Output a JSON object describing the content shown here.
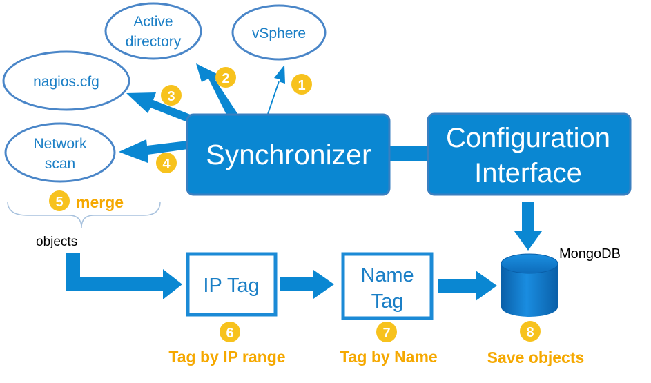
{
  "sources": {
    "active_directory_line1": "Active",
    "active_directory_line2": "directory",
    "vsphere": "vSphere",
    "nagios": "nagios.cfg",
    "network_scan_line1": "Network",
    "network_scan_line2": "scan"
  },
  "boxes": {
    "synchronizer": "Synchronizer",
    "config_line1": "Configuration",
    "config_line2": "Interface",
    "ip_tag": "IP Tag",
    "name_tag_line1": "Name",
    "name_tag_line2": "Tag"
  },
  "labels": {
    "merge": "merge",
    "objects": "objects",
    "mongodb": "MongoDB",
    "tag_by_ip": "Tag by IP range",
    "tag_by_name": "Tag by Name",
    "save_objects": "Save objects"
  },
  "steps": [
    "1",
    "2",
    "3",
    "4",
    "5",
    "6",
    "7",
    "8"
  ],
  "colors": {
    "accent_blue": "#0a87d2",
    "box_border": "#3a7fc0",
    "badge_yellow": "#f7c21d",
    "label_orange": "#f5a800",
    "ellipse_stroke": "#4a86c8"
  }
}
